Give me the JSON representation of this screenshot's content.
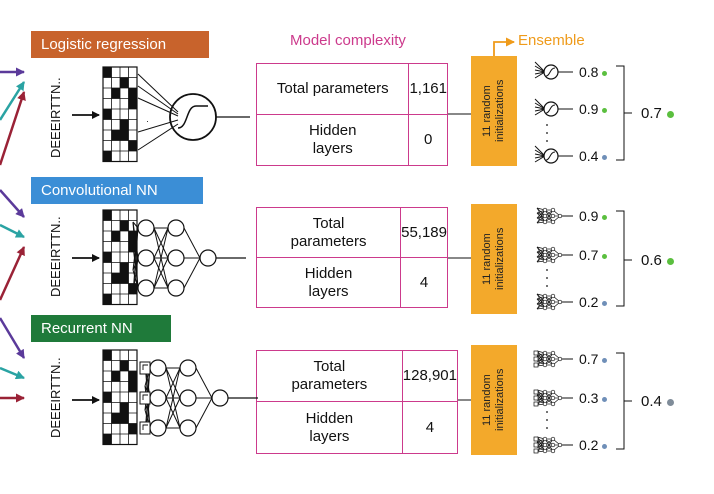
{
  "header": {
    "model_complexity": "Model complexity",
    "ensemble": "Ensemble"
  },
  "colors": {
    "logistic": "#c8632c",
    "cnn": "#3b8ed6",
    "rnn": "#1f7a3a",
    "complexity": "#cc3a8c",
    "ensemble": "#f3a92b",
    "dot_green": "#5bbf3f",
    "dot_blue": "#6f8fb8",
    "dot_gray": "#7f8c99"
  },
  "rows": [
    {
      "model": "Logistic regression",
      "sequence": "DEEEIRTTN..",
      "params_label": "Total parameters",
      "params_value": "1,161",
      "hidden_label": "Hidden layers",
      "hidden_value": "0",
      "init_label": "11 random initializations",
      "predictions": [
        "0.8",
        "0.9",
        "0.4"
      ],
      "ensemble_value": "0.7"
    },
    {
      "model": "Convolutional NN",
      "sequence": "DEEEIRTTN..",
      "params_label": "Total parameters",
      "params_value": "55,189",
      "hidden_label": "Hidden layers",
      "hidden_value": "4",
      "init_label": "11 random initializations",
      "predictions": [
        "0.9",
        "0.7",
        "0.2"
      ],
      "ensemble_value": "0.6"
    },
    {
      "model": "Recurrent NN",
      "sequence": "DEEEIRTTN..",
      "params_label": "Total parameters",
      "params_value": "128,901",
      "hidden_label": "Hidden layers",
      "hidden_value": "4",
      "init_label": "11 random initializations",
      "predictions": [
        "0.7",
        "0.3",
        "0.2"
      ],
      "ensemble_value": "0.4"
    }
  ]
}
